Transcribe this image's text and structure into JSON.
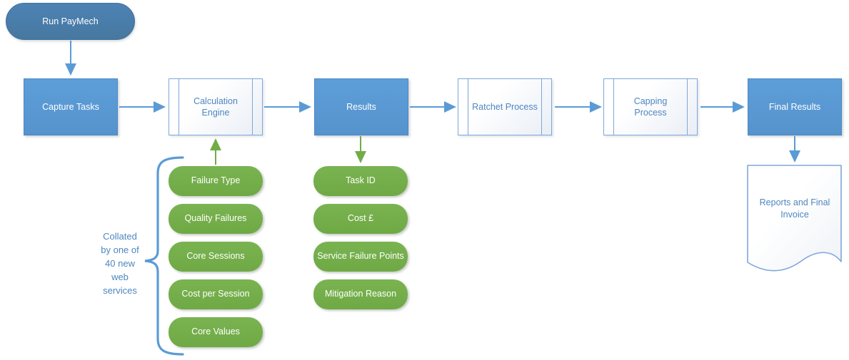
{
  "flow": {
    "start": "Run PayMech",
    "capture": "Capture Tasks",
    "engine": "Calculation Engine",
    "results": "Results",
    "ratchet": "Ratchet Process",
    "capping": "Capping Process",
    "final": "Final Results",
    "document": "Reports and Final Invoice"
  },
  "engine_inputs": [
    "Failure Type",
    "Quality Failures",
    "Core Sessions",
    "Cost per Session",
    "Core Values"
  ],
  "results_outputs": [
    "Task ID",
    "Cost £",
    "Service Failure Points",
    "Mitigation Reason"
  ],
  "annotation": {
    "text": "Collated by one of 40 new web services"
  },
  "colors": {
    "process_blue": "#5B9BD5",
    "terminator_blue": "#4A7EB0",
    "input_green": "#70AD47",
    "outline_blue": "#7EA6DC",
    "label_blue": "#4E86C0"
  }
}
